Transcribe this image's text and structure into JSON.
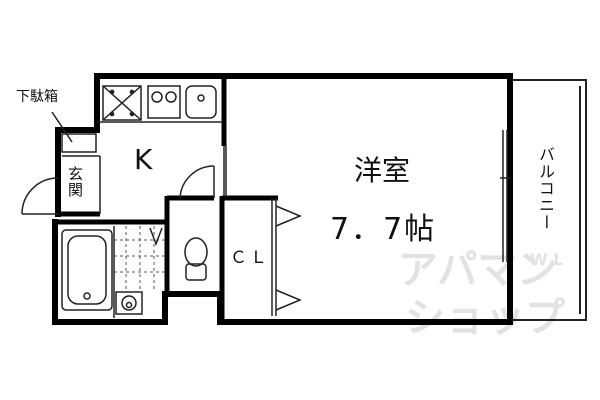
{
  "rooms": {
    "western": {
      "name": "洋室",
      "size": "7．7帖"
    },
    "kitchen": {
      "name": "K"
    },
    "closet": {
      "name": "ＣＬ"
    },
    "balcony": {
      "name": "バルコニー"
    },
    "entrance": {
      "name": "玄関"
    },
    "shoe_box": {
      "name": "下駄箱"
    }
  },
  "watermark": {
    "line1": "アパマン",
    "line2": "ショップ",
    "small": "W L"
  },
  "colors": {
    "wall": "#000000",
    "line": "#222222",
    "watermark": "#e2e2e2"
  }
}
